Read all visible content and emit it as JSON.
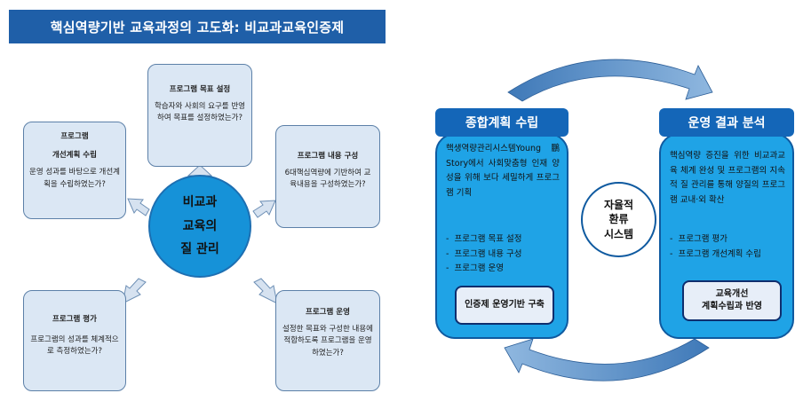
{
  "title": "핵심역량기반 교육과정의 고도화: 비교과교육인증제",
  "center": {
    "line1": "비교과",
    "line2": "교육의",
    "line3": "질 관리"
  },
  "cards": {
    "goal": {
      "title": "프로그램 목표 설정",
      "body": "학습자와 사회의 요구를 반영하여 목표를 설정하였는가?"
    },
    "content": {
      "title": "프로그램 내용 구성",
      "body": "6대핵심역량에 기반하여 교육내용을 구성하였는가?"
    },
    "operation": {
      "title": "프로그램 운영",
      "body": "설정한 목표와 구성한 내용에 적합하도록 프로그램을 운영하였는가?"
    },
    "evaluation": {
      "title": "프로그램 평가",
      "body": "프로그램의 성과를 체계적으로 측정하였는가?"
    },
    "improvement": {
      "title1": "프로그램",
      "title2": "개선계획 수립",
      "body": "운영 성과를 바탕으로 개선계획을 수립하였는가?"
    }
  },
  "left_panel": {
    "title": "종합계획 수립",
    "text1": "핵생역량관리시스템Young鵬 Story에서 사회맞춤형 인재 양성을 위해 보다 세밀하게 프로그램 기획",
    "items": [
      "프로그램 목표 설정",
      "프로그램 내용 구성",
      "프로그램 운영"
    ],
    "button": "인증제 운영기반 구축"
  },
  "right_panel": {
    "title": "운영 결과 분석",
    "text1": "핵심역량 증진을 위한 비교과교육 체계 완성 및 프로그램의 지속적 질 관리를 통해 양질의 프로그램 교내·외 확산",
    "items": [
      "프로그램 평가",
      "프로그램 개선계획 수립"
    ],
    "button_line1": "교육개선",
    "button_line2": "계획수립과 반영"
  },
  "cycle": {
    "line1": "자율적",
    "line2": "환류",
    "line3": "시스템"
  },
  "colors": {
    "title_bg": "#1f5fa8",
    "card_bg": "#dbe7f4",
    "circle": "#1692d8",
    "panel": "#1fa3e6",
    "panel_title": "#1466b8",
    "cycle_arrow": "#5b8fc7"
  }
}
